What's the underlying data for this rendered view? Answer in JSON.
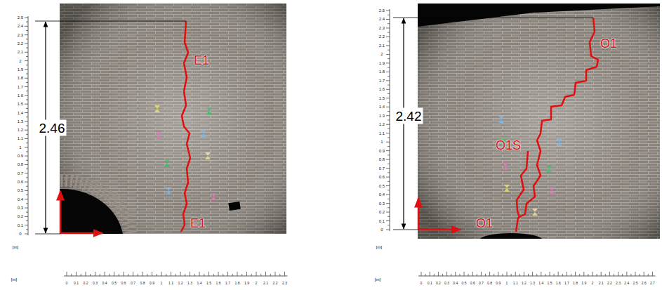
{
  "diagram": {
    "labels": [
      "2.46",
      "E1",
      "E1",
      "[m]",
      "[m]",
      "2.42",
      "O1",
      "O1S",
      "O1",
      "[m]",
      "[m]",
      "0",
      "0.1",
      "0.2",
      "0.3",
      "0.4",
      "0.5",
      "0.6",
      "0.7",
      "0.8",
      "0.9",
      "1",
      "1.1",
      "1.2",
      "1.3",
      "1.4",
      "1.5",
      "1.6",
      "1.7",
      "1.8",
      "1.9",
      "2",
      "2.1",
      "2.2",
      "2.3",
      "2.4",
      "2.5",
      "0",
      "0.1",
      "0.2",
      "0.3",
      "0.4",
      "0.5",
      "0.6",
      "0.7",
      "0.8",
      "0.9",
      "1",
      "1.1",
      "1.2",
      "1.3",
      "1.4",
      "1.5",
      "1.6",
      "1.7",
      "1.8",
      "1.9",
      "2",
      "2.1",
      "2.2",
      "2.3",
      "0",
      "0.1",
      "0.2",
      "0.3",
      "0.4",
      "0.5",
      "0.6",
      "0.7",
      "0.8",
      "0.9",
      "1",
      "1.1",
      "1.2",
      "1.3",
      "1.4",
      "1.5",
      "1.6",
      "1.7",
      "1.8",
      "1.9",
      "2",
      "2.1",
      "2.2",
      "2.3",
      "2.4",
      "2.5",
      "0",
      "0.1",
      "0.2",
      "0.3",
      "0.4",
      "0.5",
      "0.6",
      "0.7",
      "0.8",
      "0.9",
      "1",
      "1.1",
      "1.2",
      "1.3",
      "1.4",
      "1.5",
      "1.6",
      "1.7",
      "1.8",
      "1.9",
      "2",
      "2.1",
      "2.2",
      "2.3",
      "2.4",
      "2.5",
      "2.6",
      "2.7"
    ]
  }
}
